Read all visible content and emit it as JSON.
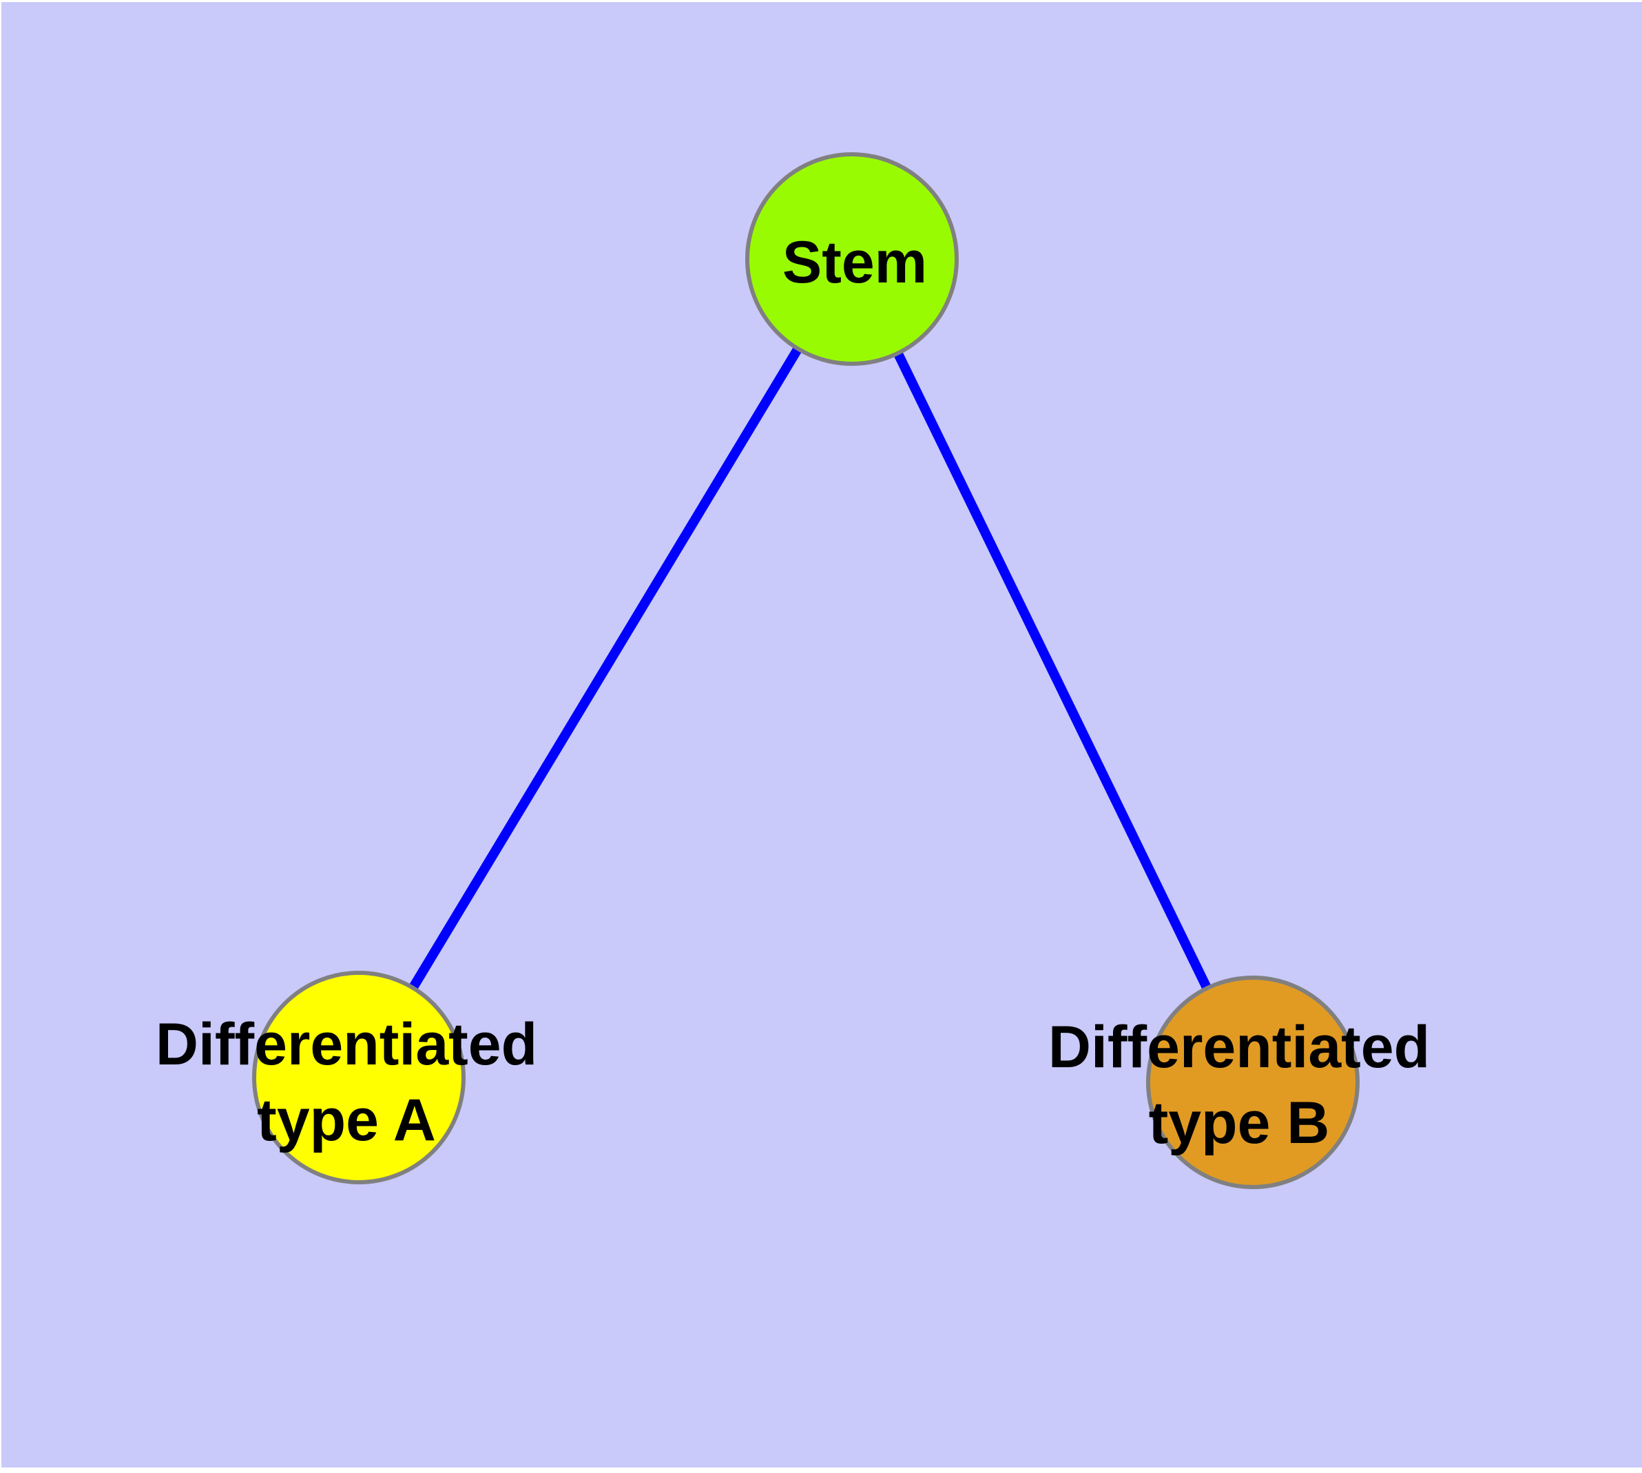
{
  "diagram": {
    "type": "node-link-graph",
    "description": "Stem cell differentiation diagram: one stem node with edges to two differentiated cell type nodes",
    "nodes": [
      {
        "id": "stem",
        "label": "Stem",
        "shape": "circle",
        "color": "#99FB01"
      },
      {
        "id": "type_a",
        "label": "Differentiated\ntype A",
        "shape": "circle",
        "color": "#FFFF00"
      },
      {
        "id": "type_b",
        "label": "Differentiated\ntype B",
        "shape": "circle",
        "color": "#E19B23"
      }
    ],
    "edges": [
      {
        "from": "stem",
        "to": "type_a"
      },
      {
        "from": "stem",
        "to": "type_b"
      }
    ]
  },
  "colors": {
    "background": "#C9C9FA",
    "edge": "#0000FF",
    "border": "#808080",
    "stem": "#99FB01",
    "type_a": "#FFFF00",
    "type_b": "#E19B23",
    "label_text": "#000000"
  }
}
